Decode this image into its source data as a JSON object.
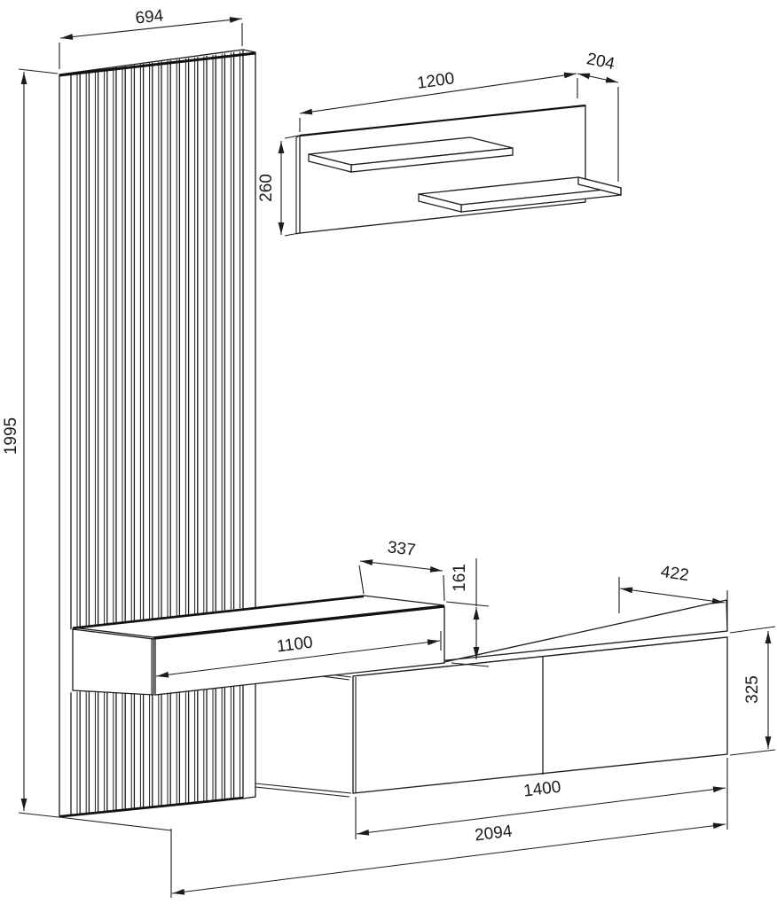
{
  "drawing": {
    "description": "Furniture wall-unit dimension drawing",
    "line_color": "#1c1c1c",
    "background": "#ffffff",
    "dimensions": {
      "panel_width": "694",
      "panel_height": "1995",
      "shelf_width": "1200",
      "shelf_depth": "204",
      "shelf_height": "260",
      "desk_depth": "337",
      "desk_height": "161",
      "desk_front_width": "1100",
      "tv_depth": "422",
      "tv_height": "325",
      "tv_front_width": "1400",
      "total_width": "2094"
    }
  }
}
